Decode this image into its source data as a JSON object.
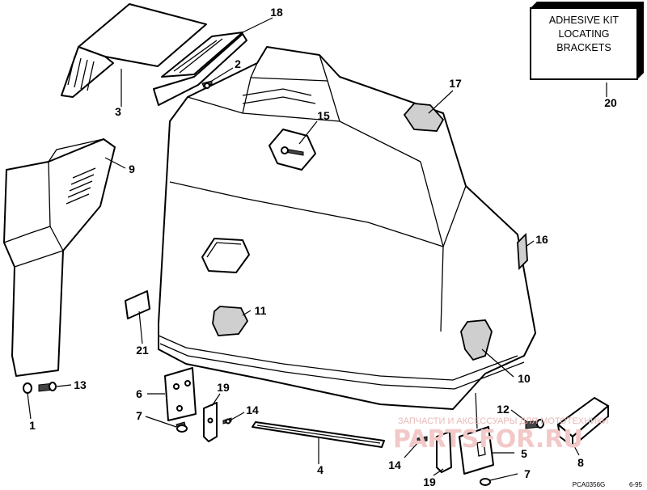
{
  "kit_box": {
    "line1": "ADHESIVE KIT",
    "line2": "LOCATING",
    "line3": "BRACKETS"
  },
  "callouts": {
    "c1": "1",
    "c2": "2",
    "c3": "3",
    "c4": "4",
    "c5": "5",
    "c6": "6",
    "c7a": "7",
    "c7b": "7",
    "c8": "8",
    "c9": "9",
    "c10": "10",
    "c11": "11",
    "c12": "12",
    "c13": "13",
    "c14a": "14",
    "c14b": "14",
    "c15": "15",
    "c16": "16",
    "c17": "17",
    "c18": "18",
    "c19a": "19",
    "c19b": "19",
    "c20": "20",
    "c21": "21"
  },
  "footer": {
    "code": "PCA0356G",
    "date": "6-95"
  },
  "watermark": {
    "caption": "ЗАПЧАСТИ И АКСЕССУАРЫ ДЛЯ МОТОТЕХНИКИ",
    "site": "PARTSFOR.RU"
  }
}
